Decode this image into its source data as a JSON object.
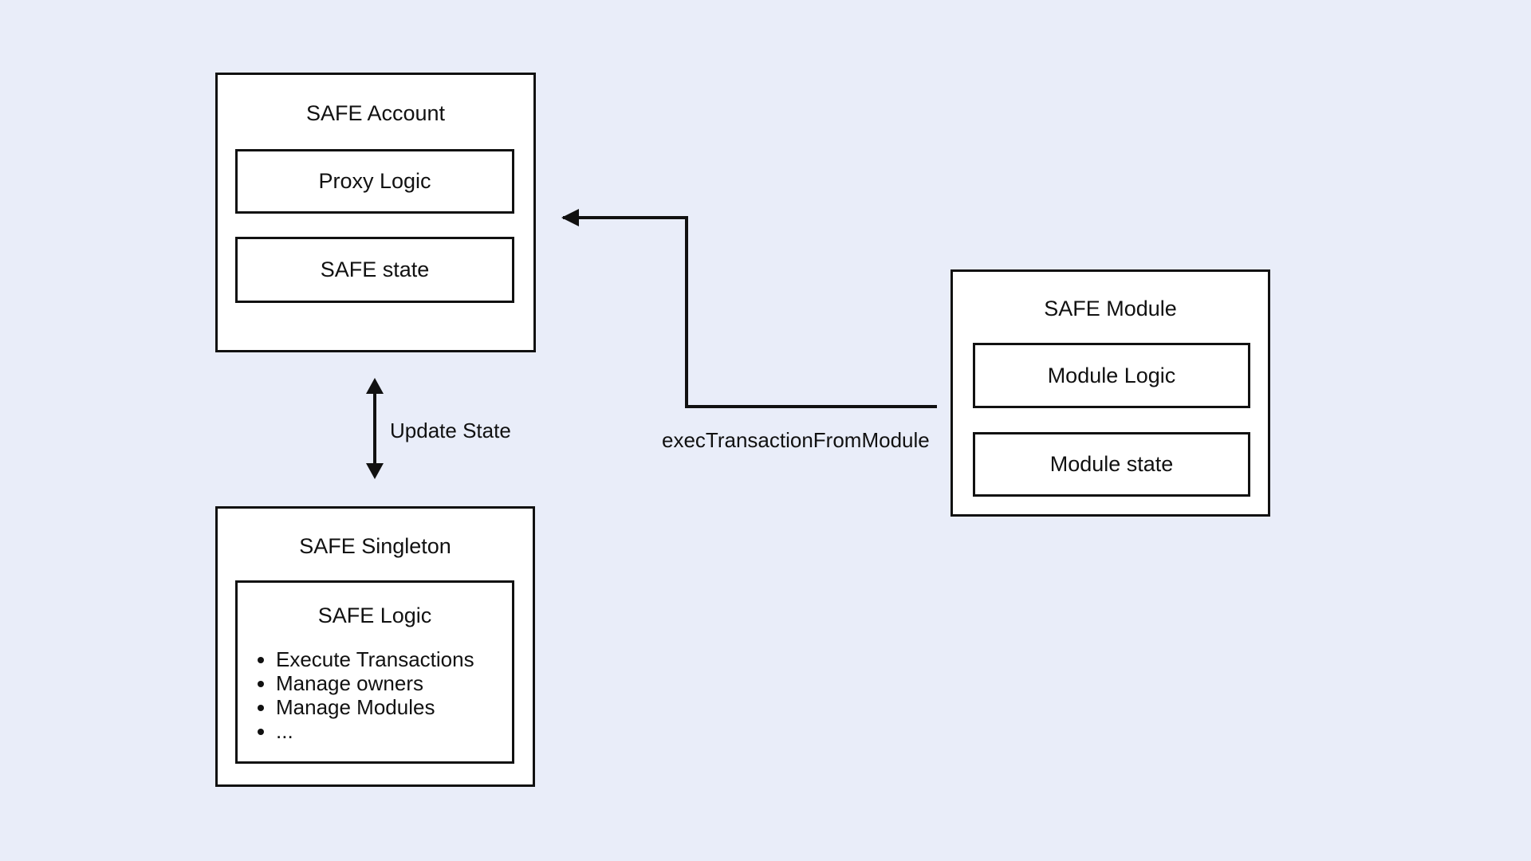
{
  "colors": {
    "background": "#e9edf9",
    "stroke": "#111111",
    "box_fill": "#ffffff",
    "text": "#111111"
  },
  "nodes": {
    "safe_account": {
      "title": "SAFE Account",
      "proxy_logic": "Proxy Logic",
      "safe_state": "SAFE state"
    },
    "safe_singleton": {
      "title": "SAFE Singleton",
      "logic_title": "SAFE Logic",
      "bullets": [
        "Execute Transactions",
        "Manage owners",
        "Manage Modules",
        "..."
      ]
    },
    "safe_module": {
      "title": "SAFE Module",
      "module_logic": "Module Logic",
      "module_state": "Module state"
    }
  },
  "edges": {
    "update_state": {
      "label": "Update State"
    },
    "exec_transaction": {
      "label": "execTransactionFromModule"
    }
  }
}
